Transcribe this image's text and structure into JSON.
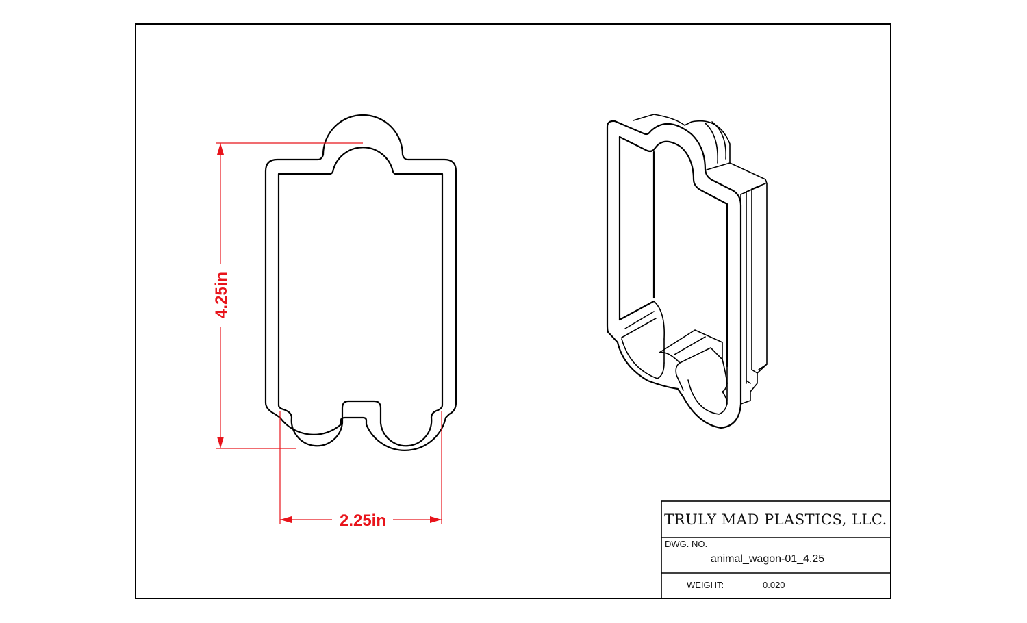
{
  "dimensions": {
    "height": "4.25in",
    "width": "2.25in"
  },
  "title_block": {
    "company": "TRULY MAD PLASTICS, LLC.",
    "dwg_no_label": "DWG.  NO.",
    "dwg_no": "animal_wagon-01_4.25",
    "weight_label": "WEIGHT:",
    "weight": "0.020"
  },
  "colors": {
    "dimension": "#e8141b",
    "outline": "#000000"
  }
}
